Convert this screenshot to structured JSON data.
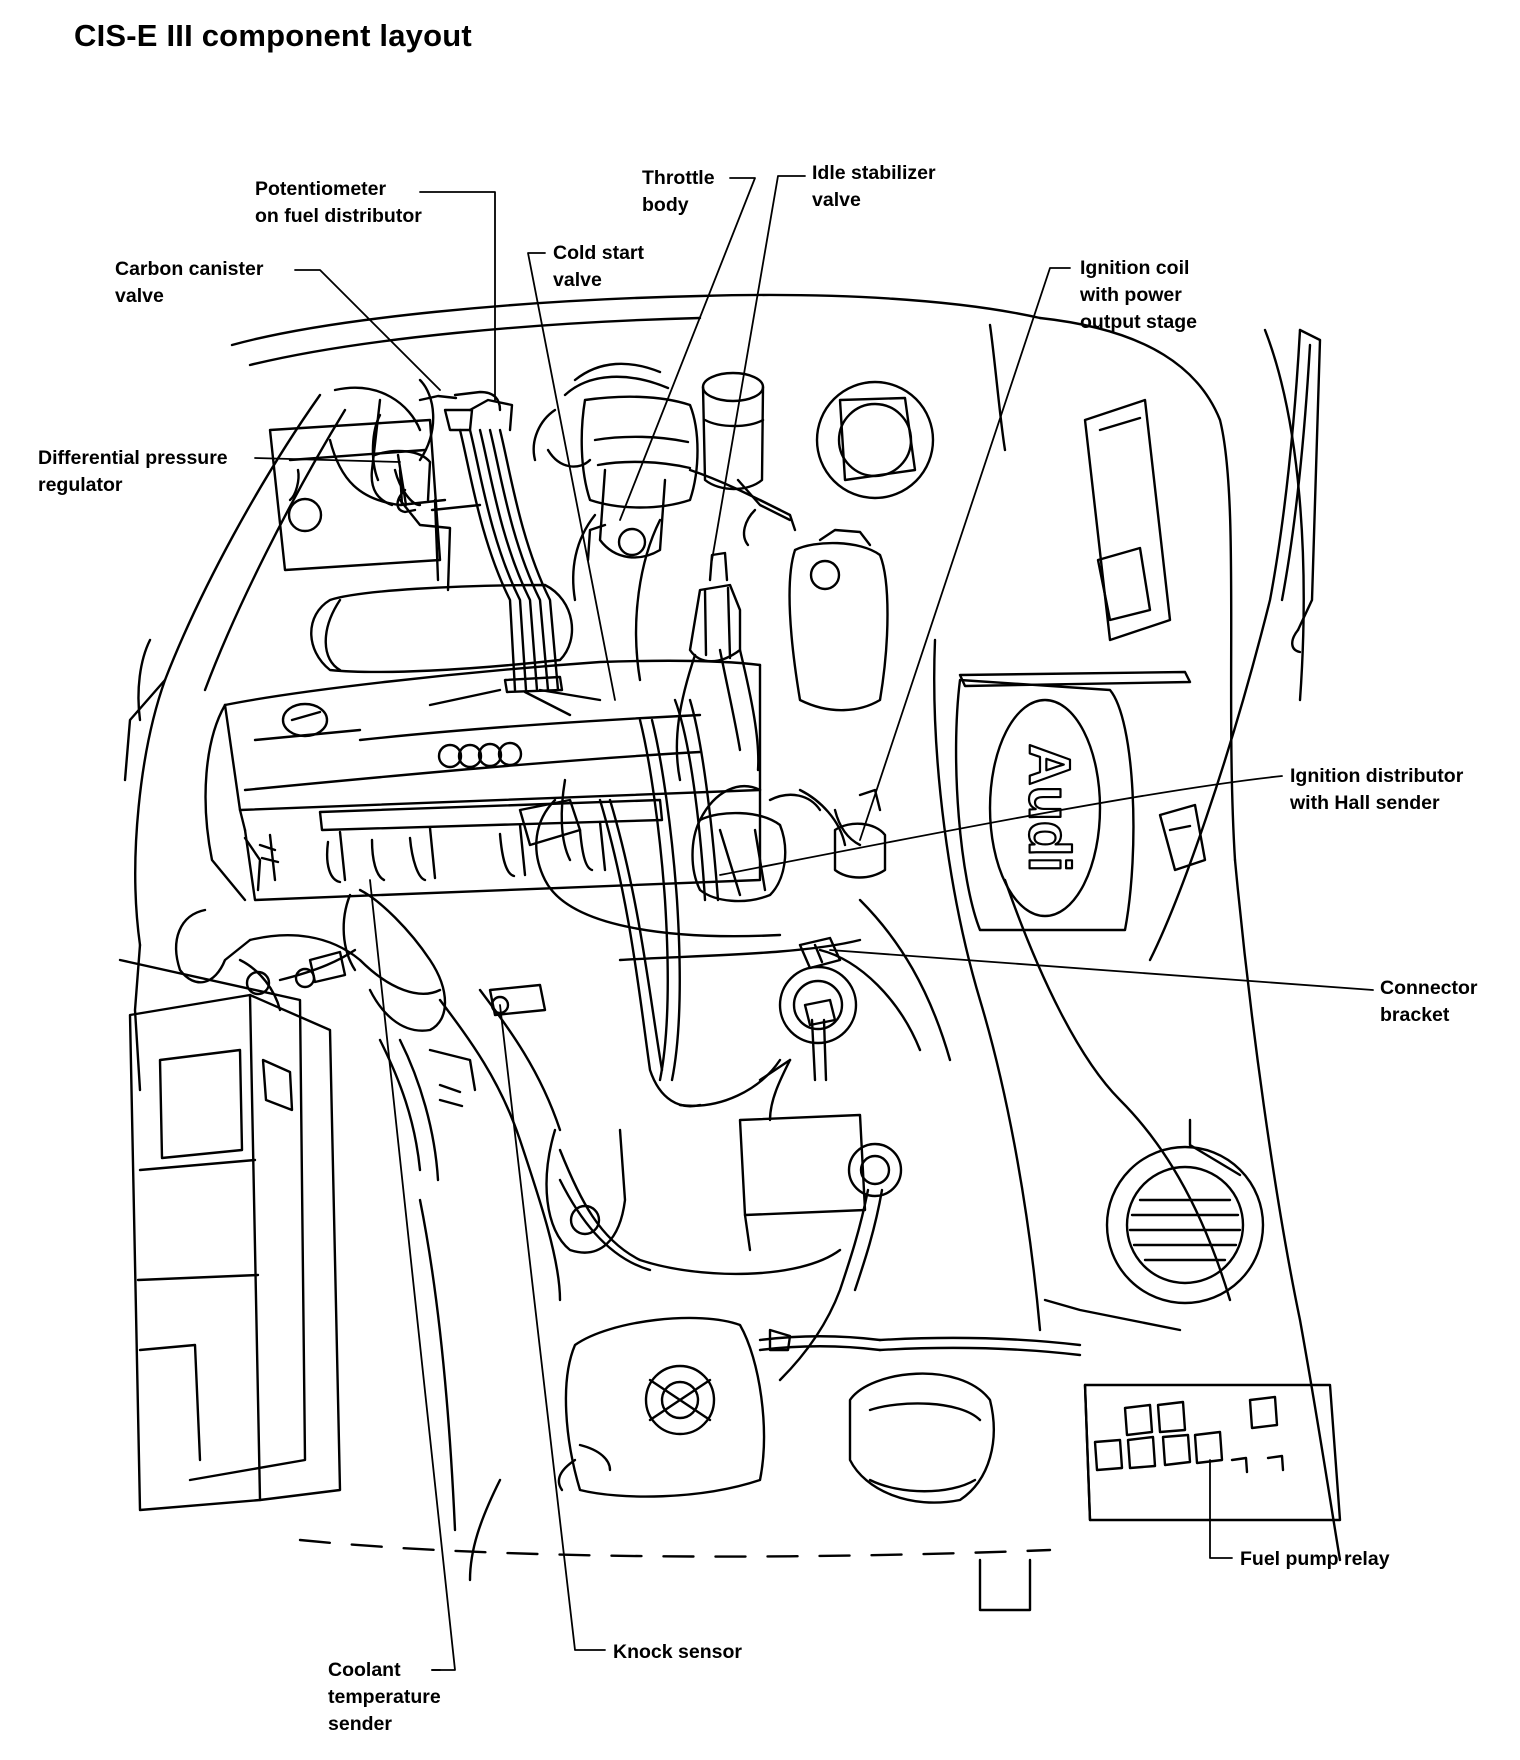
{
  "title": "CIS-E III component layout",
  "labels": {
    "potentiometer": [
      "Potentiometer",
      "on fuel distributor"
    ],
    "throttle_body": [
      "Throttle",
      "body"
    ],
    "idle_stabilizer": [
      "Idle stabilizer",
      "valve"
    ],
    "carbon_canister": [
      "Carbon canister",
      "valve"
    ],
    "cold_start": [
      "Cold start",
      "valve"
    ],
    "ignition_coil": [
      "Ignition coil",
      "with power",
      "output stage"
    ],
    "diff_pressure": [
      "Differential pressure",
      "regulator"
    ],
    "ignition_distributor": [
      "Ignition distributor",
      "with Hall sender"
    ],
    "connector_bracket": [
      "Connector",
      "bracket"
    ],
    "fuel_pump_relay": [
      "Fuel pump relay"
    ],
    "knock_sensor": [
      "Knock sensor"
    ],
    "coolant_sender": [
      "Coolant",
      "temperature",
      "sender"
    ]
  },
  "emblem": {
    "brand": "Audi"
  },
  "colors": {
    "ink": "#000000",
    "paper": "#ffffff"
  }
}
